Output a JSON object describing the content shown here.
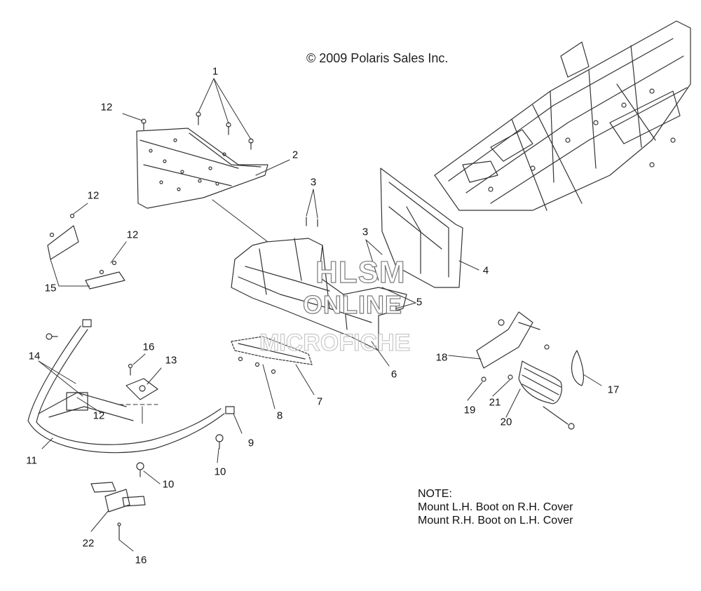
{
  "copyright": "© 2009 Polaris Sales Inc.",
  "watermark": {
    "line1": "HLSM",
    "line2": "ONLINE",
    "line3": "MICROFICHE"
  },
  "note": {
    "heading": "NOTE:",
    "line1": "Mount L.H. Boot on R.H. Cover",
    "line2": "Mount R.H. Boot on L.H. Cover"
  },
  "callouts": {
    "c1": "1",
    "c2": "2",
    "c3a": "3",
    "c3b": "3",
    "c4": "4",
    "c5": "5",
    "c6": "6",
    "c7": "7",
    "c8": "8",
    "c9": "9",
    "c10a": "10",
    "c10b": "10",
    "c11": "11",
    "c12a": "12",
    "c12b": "12",
    "c12c": "12",
    "c12d": "12",
    "c13": "13",
    "c14": "14",
    "c15": "15",
    "c16a": "16",
    "c16b": "16",
    "c17": "17",
    "c18": "18",
    "c19": "19",
    "c20": "20",
    "c21": "21",
    "c22": "22"
  }
}
